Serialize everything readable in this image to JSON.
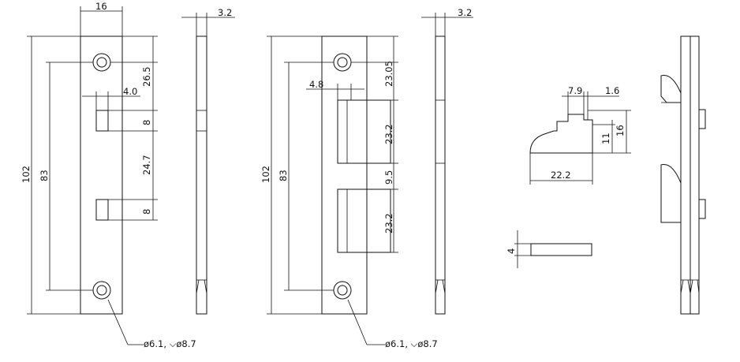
{
  "view1": {
    "width": "16",
    "thickness": "3.2",
    "overall_length": "102",
    "hole_spacing": "83",
    "hole_offset": "26.5",
    "tab_inset": "4.0",
    "tab_height": "8",
    "tab_gap": "24.7",
    "tab_height_2": "8",
    "hole_note": "ø6.1, ⌵ø8.7"
  },
  "view2": {
    "thickness": "3.2",
    "overall_length": "102",
    "hole_spacing": "83",
    "hole_offset": "23.05",
    "tab_inset": "4.8",
    "tab_height": "23.2",
    "tab_gap": "9.5",
    "tab_height_2": "23.2",
    "hole_note": "ø6.1, ⌵ø8.7"
  },
  "section": {
    "dim_top_left": "7.9",
    "dim_top_right": "1.6",
    "dim_inner_height": "11",
    "dim_outer_height": "16",
    "dim_width": "22.2"
  },
  "bar": {
    "thickness": "4"
  }
}
